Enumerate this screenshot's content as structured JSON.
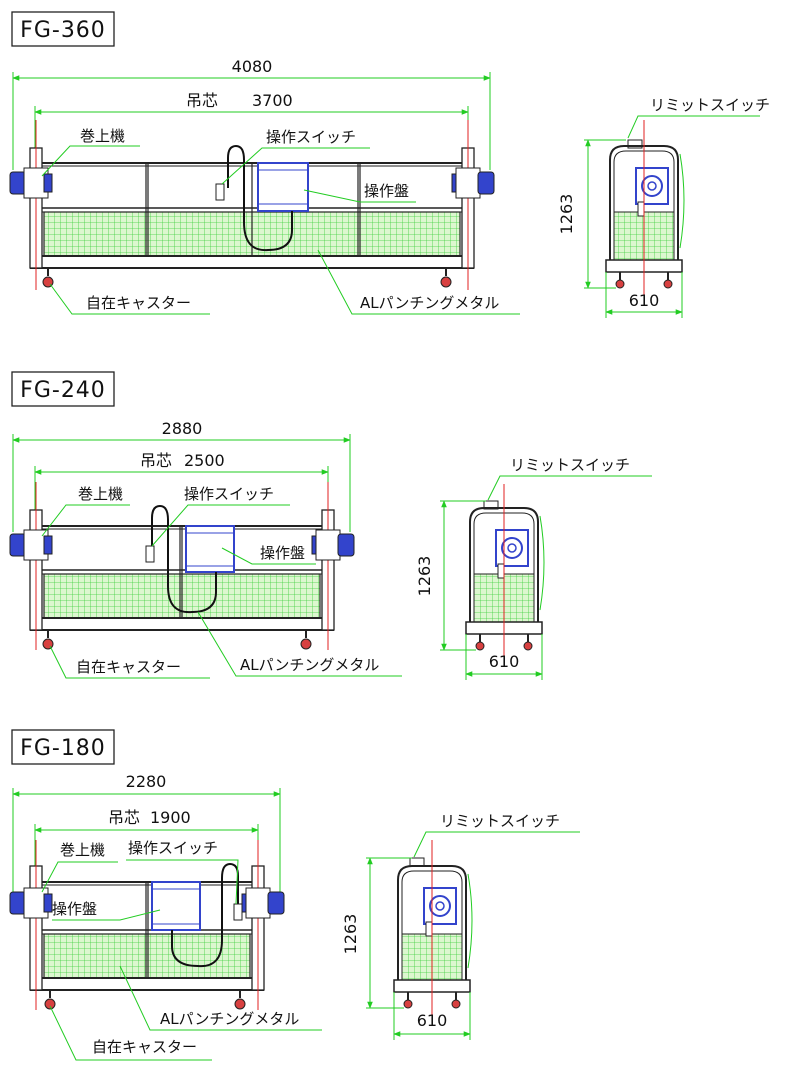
{
  "drawings": [
    {
      "model": "FG-360",
      "overall_dim": "4080",
      "span_label": "吊芯",
      "span_value": "3700",
      "winch_label": "巻上機",
      "switch_label": "操作スイッチ",
      "panel_label": "操作盤",
      "mesh_label": "ALパンチングメタル",
      "caster_label": "自在キャスター",
      "limit_label": "リミットスイッチ",
      "height_dim": "1263",
      "width_dim": "610"
    },
    {
      "model": "FG-240",
      "overall_dim": "2880",
      "span_label": "吊芯",
      "span_value": "2500",
      "winch_label": "巻上機",
      "switch_label": "操作スイッチ",
      "panel_label": "操作盤",
      "mesh_label": "ALパンチングメタル",
      "caster_label": "自在キャスター",
      "limit_label": "リミットスイッチ",
      "height_dim": "1263",
      "width_dim": "610"
    },
    {
      "model": "FG-180",
      "overall_dim": "2280",
      "span_label": "吊芯",
      "span_value": "1900",
      "winch_label": "巻上機",
      "switch_label": "操作スイッチ",
      "panel_label": "操作盤",
      "mesh_label": "ALパンチングメタル",
      "caster_label": "自在キャスター",
      "limit_label": "リミットスイッチ",
      "height_dim": "1263",
      "width_dim": "610"
    }
  ],
  "colors": {
    "dimension": "#22cc22",
    "structure": "#2a2a2a",
    "mesh_fill": "#d6f5c8",
    "mesh_line": "#33cc33",
    "winch": "#3344cc",
    "centerline": "#e02020",
    "caster": "#d84040"
  }
}
